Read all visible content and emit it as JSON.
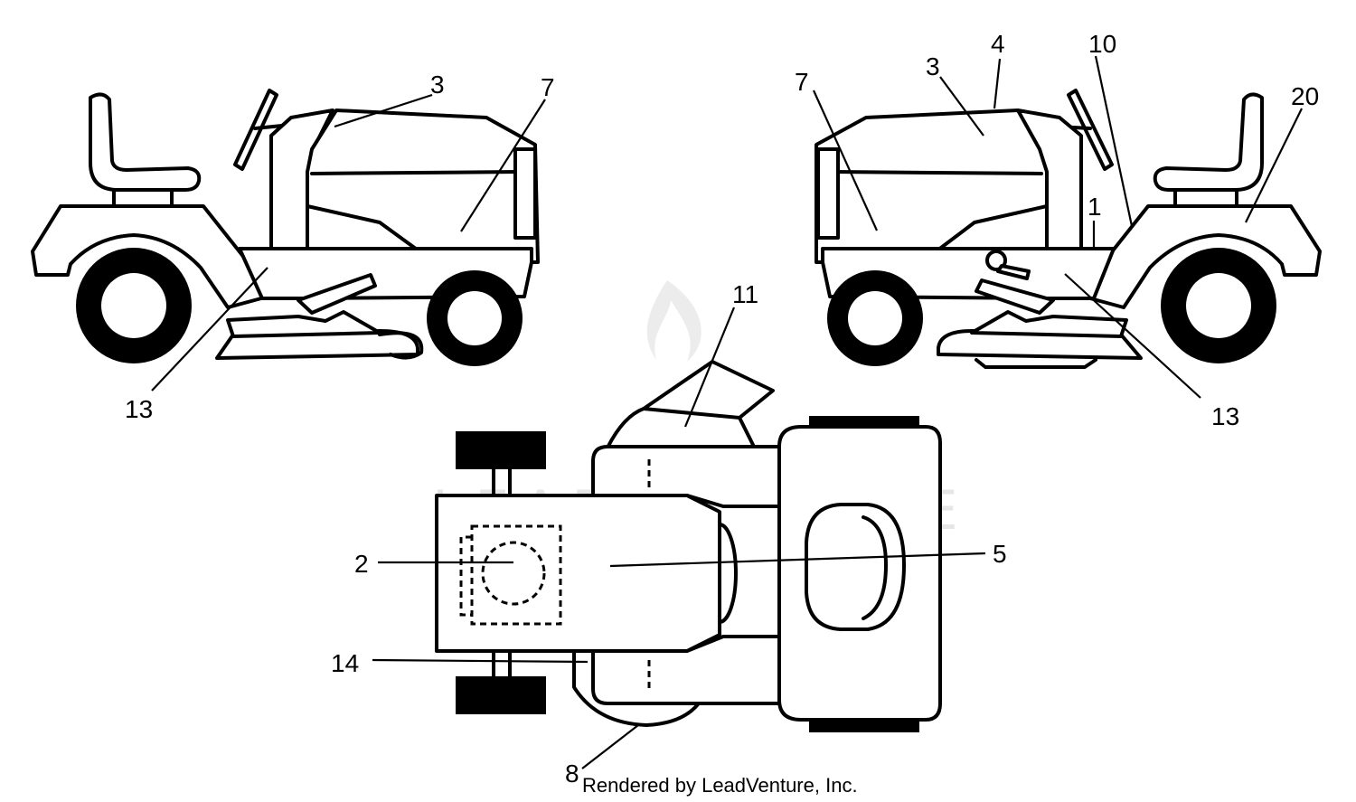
{
  "watermark": {
    "text": "LEADVENTURE"
  },
  "credit": "Rendered by LeadVenture, Inc.",
  "callouts": {
    "left_view": [
      "3",
      "7",
      "13"
    ],
    "right_view": [
      "7",
      "3",
      "4",
      "10",
      "20",
      "1",
      "13"
    ],
    "top_view": [
      "11",
      "2",
      "5",
      "14",
      "8"
    ]
  },
  "colors": {
    "line": "#000000",
    "background": "#ffffff",
    "watermark": "#e6e6e6"
  }
}
